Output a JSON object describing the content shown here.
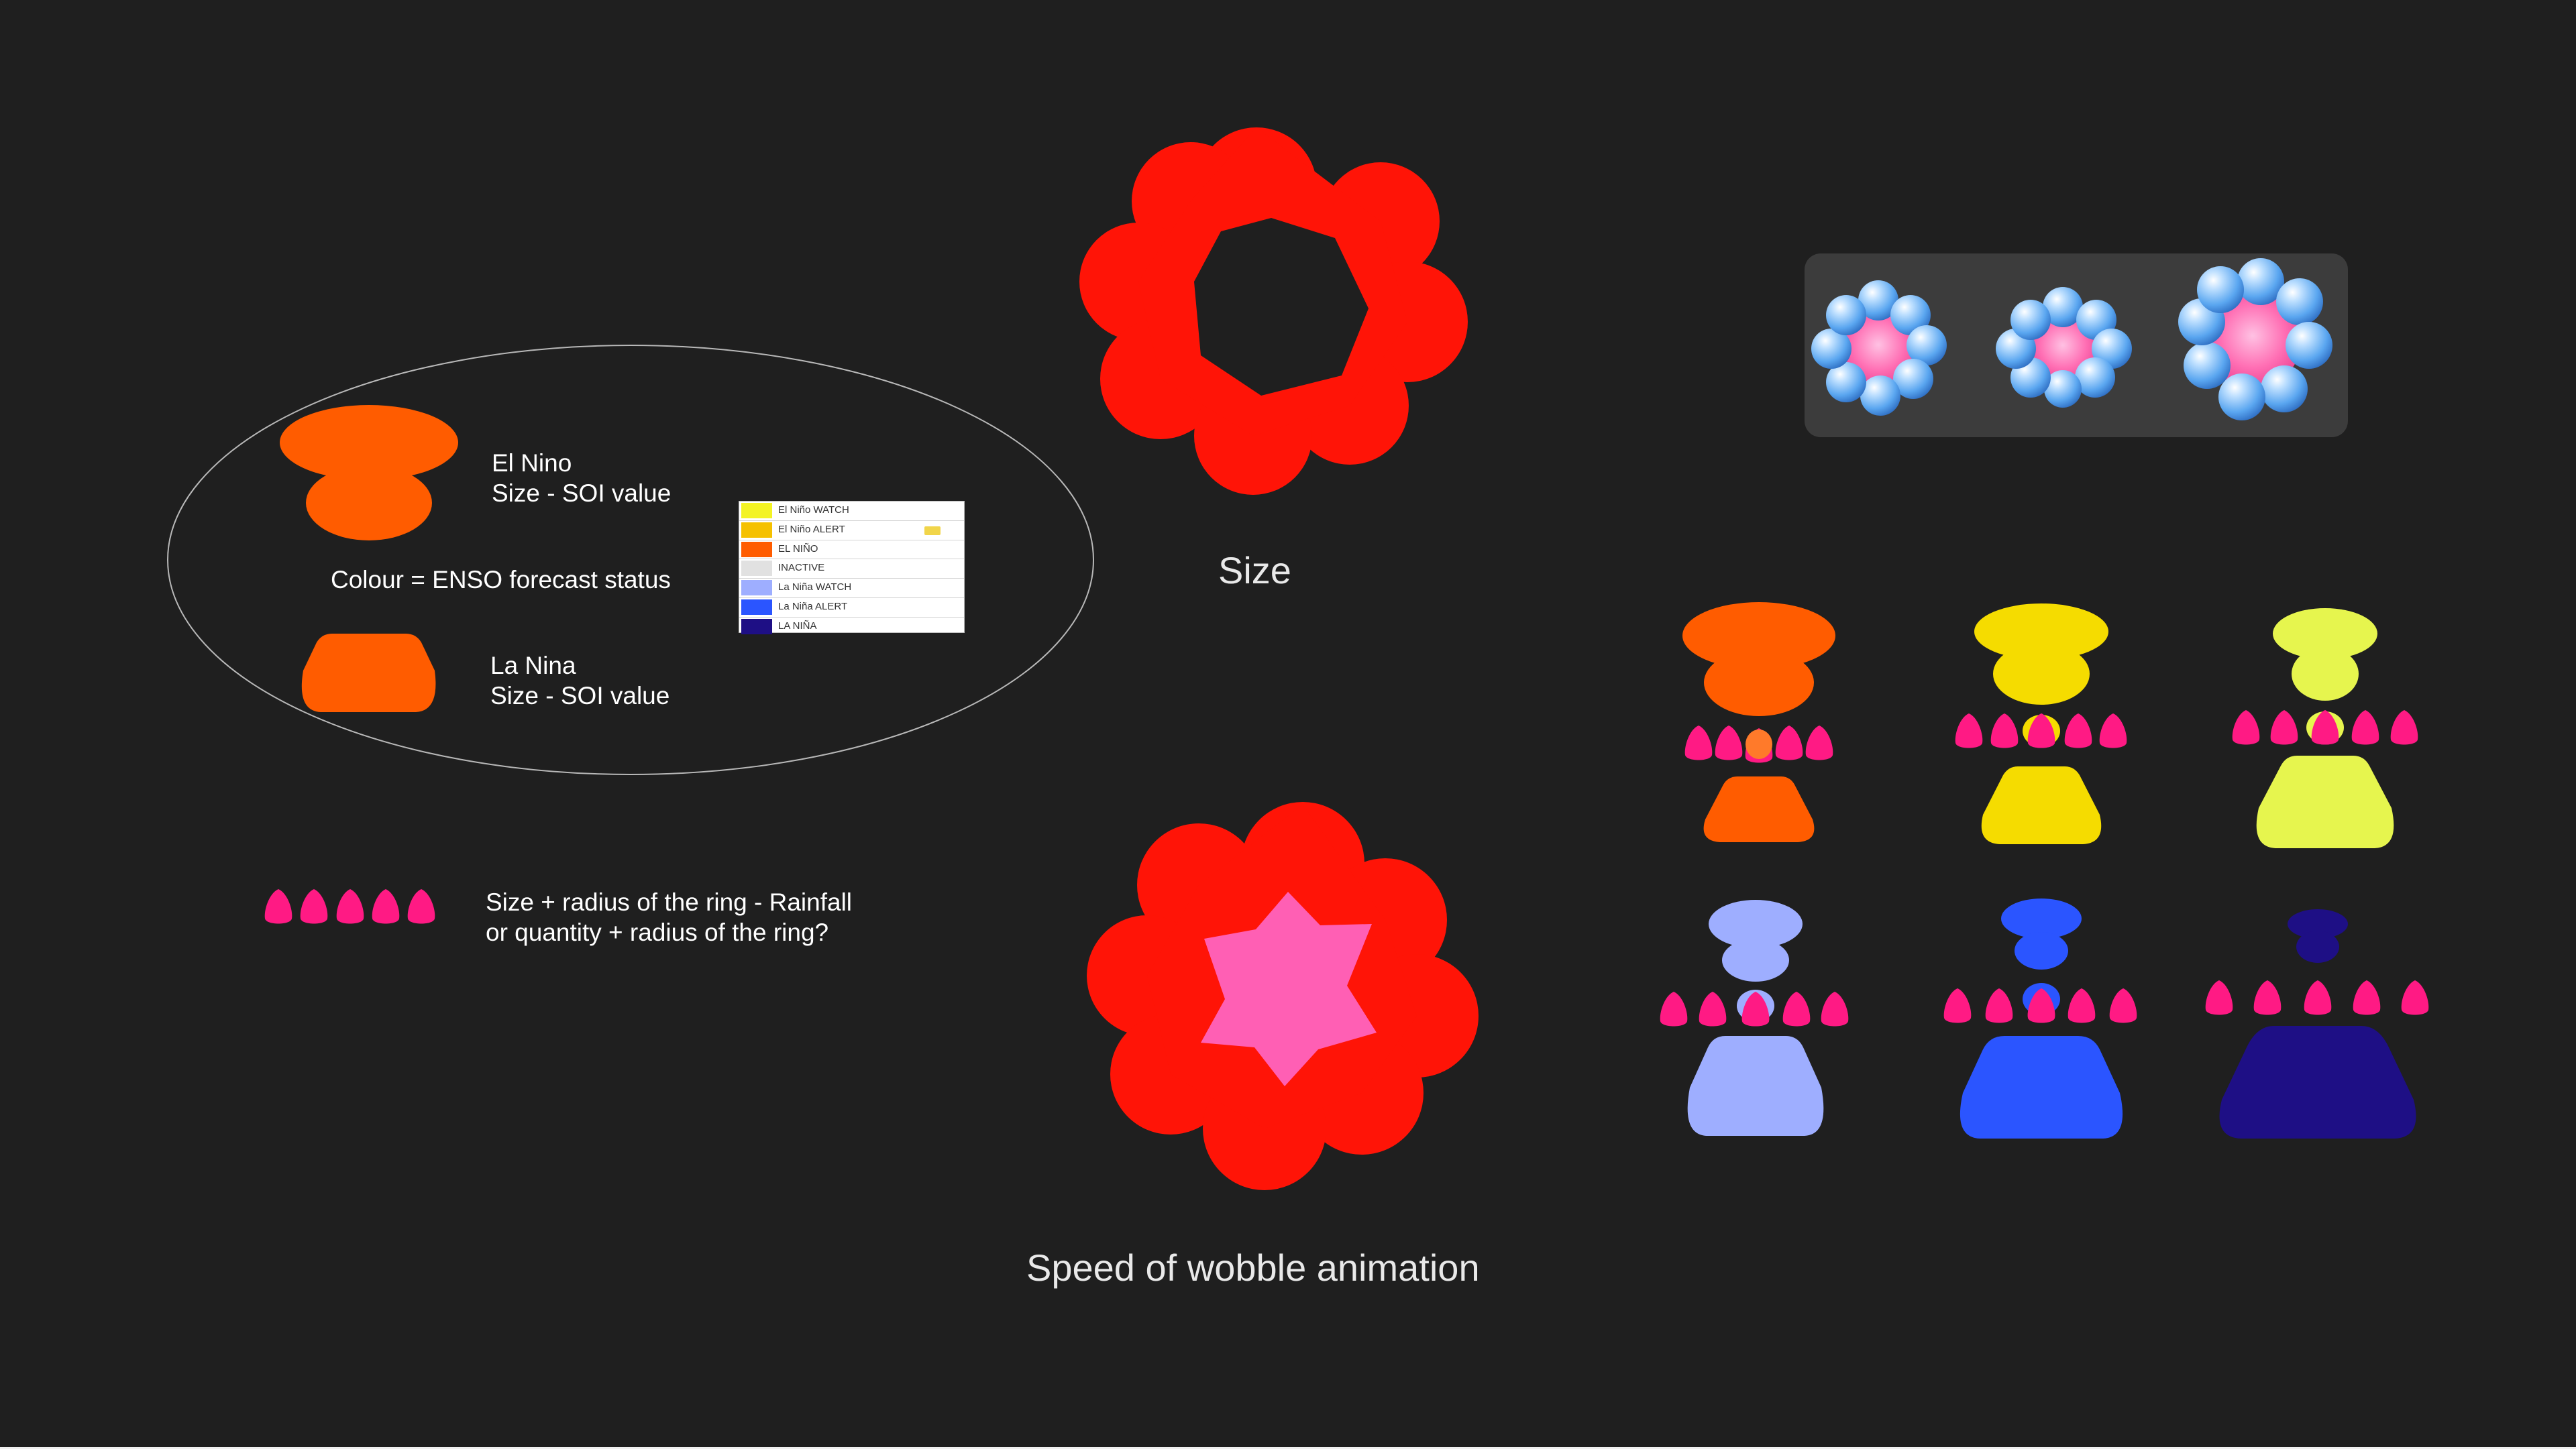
{
  "legend": {
    "el_nino_title": "El Nino",
    "el_nino_size": "Size - SOI value",
    "colour_note": "Colour = ENSO forecast status",
    "la_nina_title": "La Nina",
    "la_nina_size": "Size - SOI value",
    "petal_line1": "Size + radius of the ring - Rainfall",
    "petal_line2": "or quantity + radius of the ring?"
  },
  "status_table": [
    {
      "label": "El Niño WATCH",
      "color": "#f3f324"
    },
    {
      "label": "El Niño ALERT",
      "color": "#f5c100"
    },
    {
      "label": "EL NIÑO",
      "color": "#ff5c00"
    },
    {
      "label": "INACTIVE",
      "color": "#e1e1e1"
    },
    {
      "label": "La Niña WATCH",
      "color": "#9eaeff"
    },
    {
      "label": "La Niña ALERT",
      "color": "#2b55ff"
    },
    {
      "label": "LA NIÑA",
      "color": "#1e0f85"
    }
  ],
  "labels": {
    "size": "Size",
    "wobble": "Speed of wobble animation"
  },
  "colors": {
    "background": "#1f1f1f",
    "ring_red": "#ff1407",
    "center_pink": "#ff5fb4",
    "petal_pink": "#ff1a84",
    "el_nino_orange": "#ff5c00"
  },
  "figures": [
    {
      "status": "EL NIÑO",
      "color": "#ff5c00"
    },
    {
      "status": "El Niño ALERT",
      "color": "#f5dc00"
    },
    {
      "status": "El Niño WATCH",
      "color": "#e6f54e"
    },
    {
      "status": "La Niña WATCH",
      "color": "#9eaeff"
    },
    {
      "status": "La Niña ALERT",
      "color": "#2b55ff"
    },
    {
      "status": "LA NIÑA",
      "color": "#1e0f85"
    }
  ]
}
